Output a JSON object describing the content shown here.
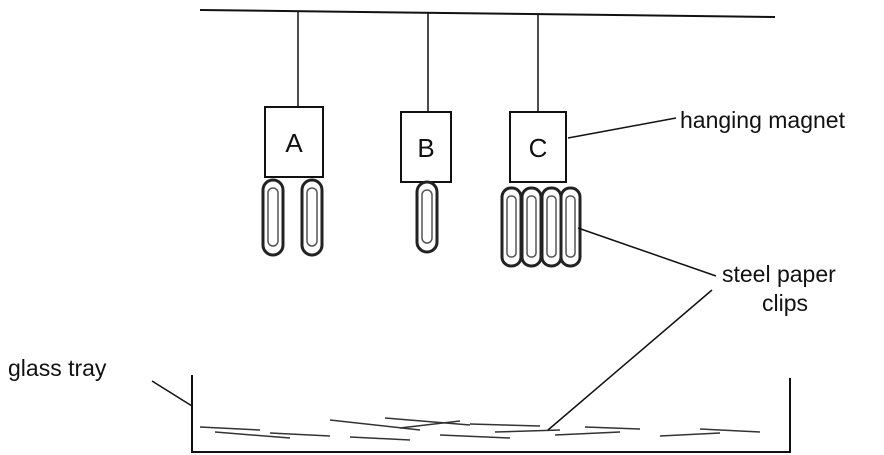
{
  "magnets": [
    {
      "letter": "A",
      "clip_count": 2
    },
    {
      "letter": "B",
      "clip_count": 1
    },
    {
      "letter": "C",
      "clip_count": 4
    }
  ],
  "labels": {
    "hanging_magnet": "hanging magnet",
    "steel_paper_clips_line1": "steel paper",
    "steel_paper_clips_line2": "clips",
    "glass_tray": "glass tray"
  }
}
